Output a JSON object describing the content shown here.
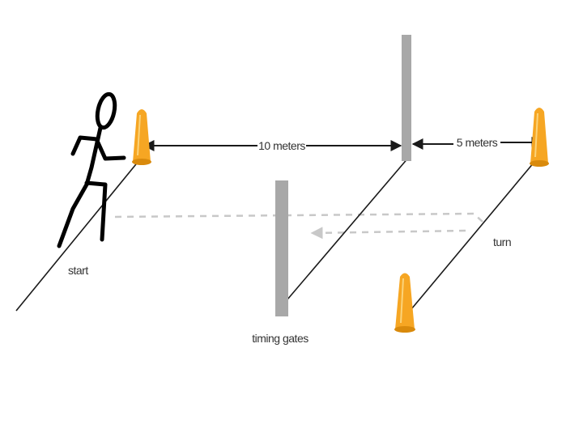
{
  "labels": {
    "distance_a": "10 meters",
    "distance_b": "5 meters",
    "start": "start",
    "timing_gates": "timing gates",
    "turn": "turn"
  },
  "colors": {
    "cone": "#f6a623",
    "cone_dark": "#d98a0c",
    "gate": "#a8a8a8",
    "line": "#1a1a1a",
    "path": "#c8c8c8",
    "figure": "#000000"
  },
  "icons": {
    "runner": "stick-figure-runner-icon",
    "cone": "traffic-cone-icon"
  }
}
